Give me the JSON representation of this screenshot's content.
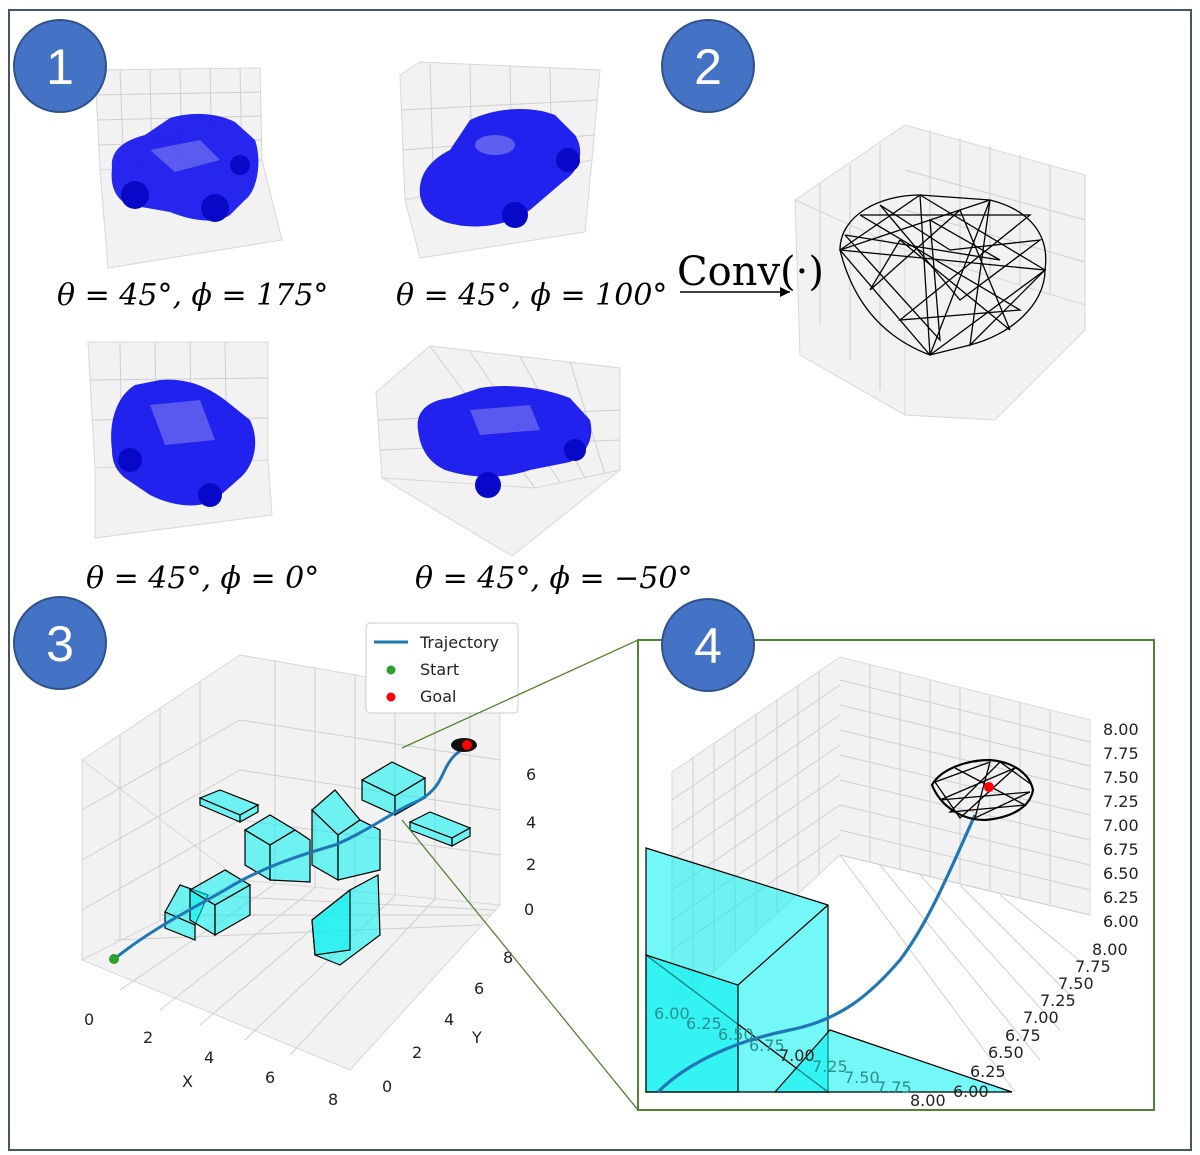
{
  "badges": [
    "1",
    "2",
    "3",
    "4"
  ],
  "panel1": {
    "labels": [
      "θ = 45°, ϕ = 175°",
      "θ = 45°, ϕ = 100°",
      "θ = 45°, ϕ = 0°",
      "θ = 45°, ϕ = −50°"
    ]
  },
  "panel2": {
    "operator": "Conv(·)"
  },
  "panel3": {
    "legend": {
      "trajectory": "Trajectory",
      "start": "Start",
      "goal": "Goal"
    },
    "axes": {
      "xlabel": "X",
      "ylabel": "Y",
      "x_ticks": [
        "0",
        "2",
        "4",
        "6",
        "8"
      ],
      "y_ticks": [
        "0",
        "2",
        "4",
        "6",
        "8"
      ],
      "z_ticks": [
        "0",
        "2",
        "4",
        "6"
      ]
    }
  },
  "panel4": {
    "z_ticks": [
      "6.00",
      "6.25",
      "6.50",
      "6.75",
      "7.00",
      "7.25",
      "7.50",
      "7.75",
      "8.00"
    ],
    "y_ticks": [
      "6.00",
      "6.25",
      "6.50",
      "6.75",
      "7.00",
      "7.25",
      "7.50",
      "7.75",
      "8.00"
    ],
    "x_ticks": [
      "6.00",
      "6.25",
      "6.50",
      "6.75",
      "7.00",
      "7.25",
      "7.50",
      "7.75"
    ]
  },
  "colors": {
    "badge_fill": "#4472c4",
    "point_cloud": "#1010ee",
    "obstacle": "#00f0f0",
    "trajectory": "#1f77b4",
    "start": "#2ca02c",
    "goal": "#ff0000",
    "zoom_frame": "#548235"
  }
}
